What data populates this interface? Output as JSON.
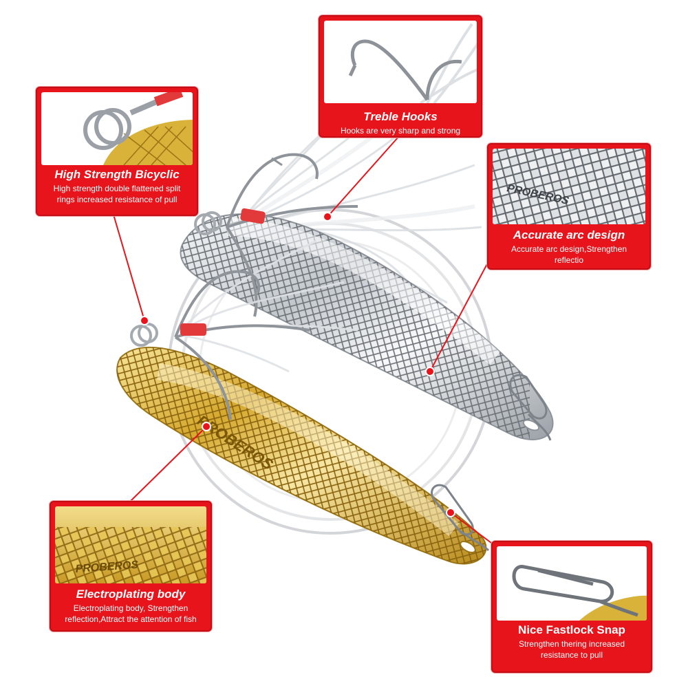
{
  "callouts": {
    "treble_hooks": {
      "title": "Treble Hooks",
      "desc": "Hooks are very sharp and strong"
    },
    "bicyclic": {
      "title": "High Strength Bicyclic",
      "desc_line1": "High strength double flattened split",
      "desc_line2": "rings increased resistance of pull"
    },
    "arc": {
      "title": "Accurate arc design",
      "desc_line1": "Accurate arc design,Strengthen",
      "desc_line2": "reflectio"
    },
    "body": {
      "title": "Electroplating body",
      "desc_line1": "Electroplating body, Strengthen",
      "desc_line2": "reflection,Attract the attention of fish"
    },
    "snap": {
      "title": "Nice Fastlock Snap",
      "desc_line1": "Strengthen thering increased",
      "desc_line2": "resistance to pull"
    }
  },
  "engraving": "PROBEROS",
  "colors": {
    "accent": "#e8141c",
    "gold": "#d9b23a",
    "silver": "#c9cdd2"
  }
}
